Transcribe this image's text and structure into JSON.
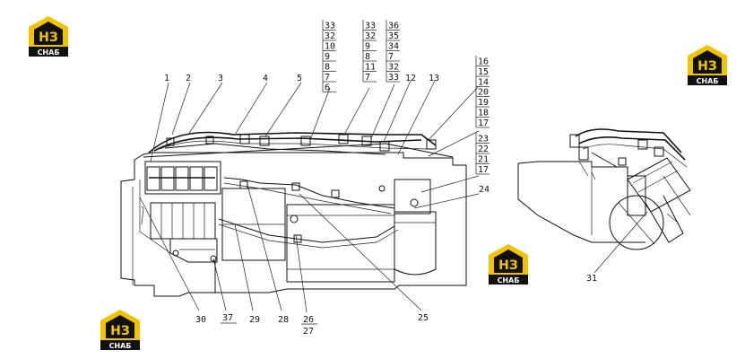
{
  "logo": {
    "mark": "НЗ",
    "caption": "СНАБ",
    "colors": {
      "yellow": "#f2c300",
      "black": "#111111",
      "white": "#ffffff"
    }
  },
  "diagram": {
    "callouts": {
      "c1": "1",
      "c2": "2",
      "c3": "3",
      "c4": "4",
      "c5": "5",
      "c12": "12",
      "c13": "13",
      "c30": "30",
      "c37": "37",
      "c29": "29",
      "c28": "28",
      "c26": "26",
      "c27": "27",
      "c25": "25",
      "c24": "24",
      "c31": "31"
    },
    "stacks": {
      "s1": [
        "33",
        "32",
        "10",
        "9",
        "8",
        "7",
        "6"
      ],
      "s2": [
        "33",
        "32",
        "9",
        "8",
        "11",
        "7"
      ],
      "s3": [
        "36",
        "35",
        "34",
        "7",
        "32",
        "33"
      ],
      "s4": [
        "16",
        "15",
        "14"
      ],
      "s5": [
        "20",
        "19",
        "18",
        "17"
      ],
      "s6": [
        "23",
        "22",
        "21",
        "17"
      ]
    }
  }
}
